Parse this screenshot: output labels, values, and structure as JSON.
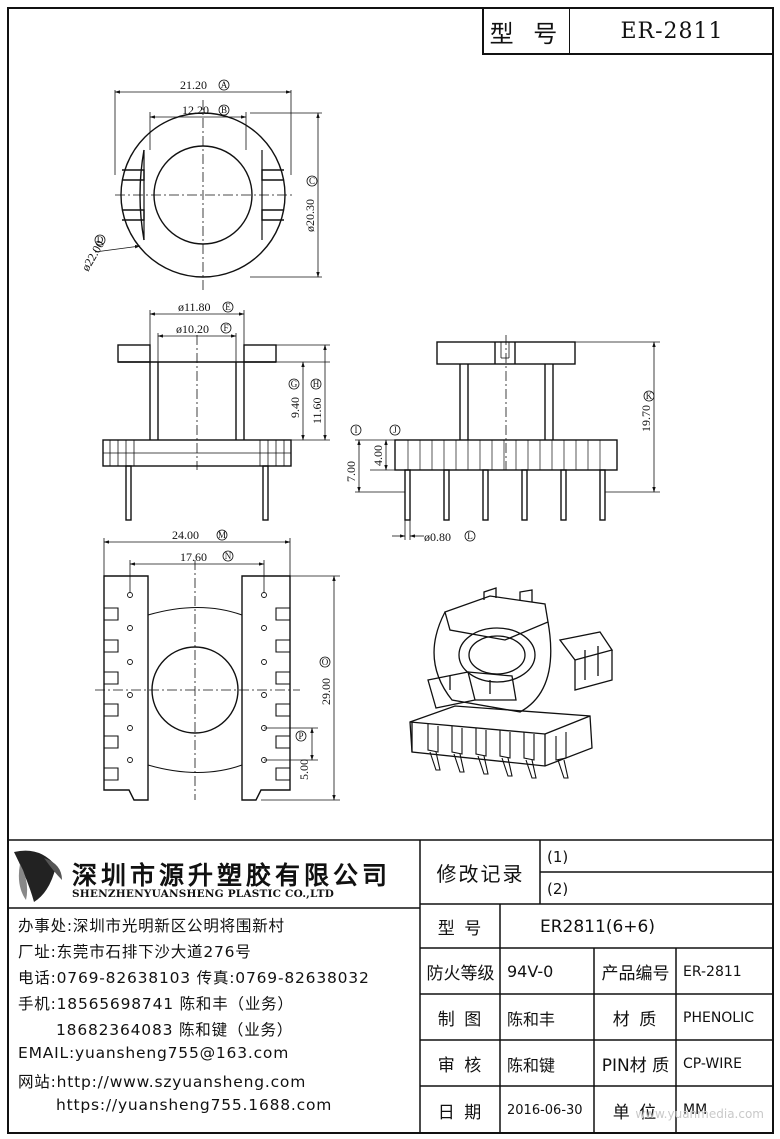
{
  "header": {
    "model_label": "型 号",
    "model_value": "ER-2811"
  },
  "dimensions": {
    "a": "21.20",
    "b": "12.20",
    "c": "ø20.30",
    "d": "ø22.00",
    "e": "ø11.80",
    "f": "ø10.20",
    "g": "9.40",
    "h": "11.60",
    "i": "7.00",
    "j": "4.00",
    "k": "19.70",
    "l": "ø0.80",
    "m": "24.00",
    "n": "17.60",
    "o": "29.00",
    "p": "5.00"
  },
  "bubbles": {
    "a": "A",
    "b": "B",
    "c": "C",
    "d": "D",
    "e": "E",
    "f": "F",
    "g": "G",
    "h": "H",
    "i": "I",
    "j": "J",
    "k": "K",
    "l": "L",
    "m": "M",
    "n": "N",
    "o": "O",
    "p": "P"
  },
  "company": {
    "name_cn": "深圳市源升塑胶有限公司",
    "name_en": "SHENZHENYUANSHENG PLASTIC CO.,LTD"
  },
  "contact": {
    "office": "办事处:深圳市光明新区公明将围新村",
    "factory": "厂址:东莞市石排下沙大道276号",
    "phone": "电话:0769-82638103 传真:0769-82638032",
    "mobile1": "手机:18565698741 陈和丰（业务）",
    "mobile2": "18682364083 陈和键（业务）",
    "email": "EMAIL:yuansheng755@163.com",
    "web1": "网站:http://www.szyuansheng.com",
    "web2": "https://yuansheng755.1688.com"
  },
  "spec": {
    "revision_label": "修改记录",
    "rev1": "(1)",
    "rev2": "(2)",
    "type_label": "型 号",
    "type_value": "ER2811(6+6)",
    "fire_label": "防火等级",
    "fire_value": "94V-0",
    "product_no_label": "产品编号",
    "product_no_value": "ER-2811",
    "drawn_label": "制 图",
    "drawn_value": "陈和丰",
    "material_label": "材 质",
    "material_value": "PHENOLIC",
    "check_label": "审 核",
    "check_value": "陈和键",
    "pin_material_label": "PIN材 质",
    "pin_material_value": "CP-WIRE",
    "date_label": "日 期",
    "date_value": "2016-06-30",
    "unit_label": "单 位",
    "unit_value": "MM"
  },
  "watermark": "www.yuanmedia.com"
}
